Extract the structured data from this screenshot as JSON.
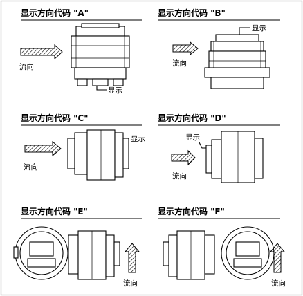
{
  "panels": [
    {
      "title": "显示方向代码 \"A\"",
      "flow_label": "流向",
      "display_label": "显示"
    },
    {
      "title": "显示方向代码 \"B\"",
      "flow_label": "流向",
      "display_label": "显示"
    },
    {
      "title": "显示方向代码 \"C\"",
      "flow_label": "流向",
      "display_label": "显示"
    },
    {
      "title": "显示方向代码 \"D\"",
      "flow_label": "流向",
      "display_label": "显示"
    },
    {
      "title": "显示方向代码 \"E\"",
      "flow_label": "流向"
    },
    {
      "title": "显示方向代码 \"F\"",
      "flow_label": "流向"
    }
  ]
}
